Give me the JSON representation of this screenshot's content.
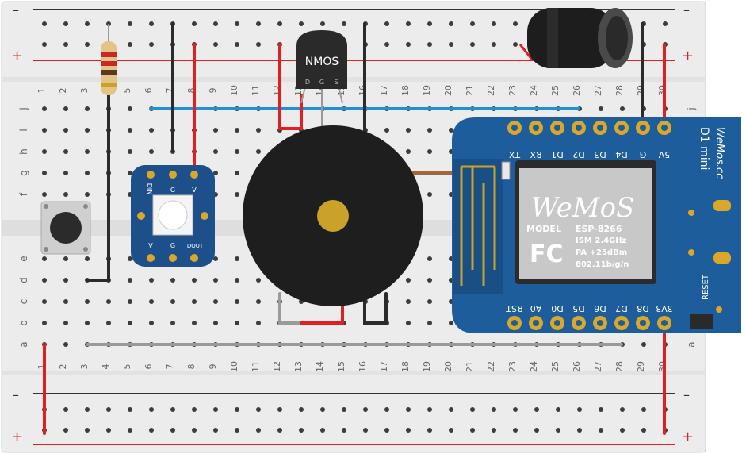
{
  "breadboard": {
    "column_numbers": [
      "1",
      "2",
      "3",
      "4",
      "5",
      "6",
      "7",
      "8",
      "9",
      "10",
      "11",
      "12",
      "13",
      "14",
      "15",
      "16",
      "17",
      "18",
      "19",
      "20",
      "21",
      "22",
      "23",
      "24",
      "25",
      "26",
      "27",
      "28",
      "29",
      "30"
    ],
    "row_letters_top": [
      "j",
      "i",
      "h",
      "g",
      "f"
    ],
    "row_letters_bottom": [
      "e",
      "d",
      "c",
      "b",
      "a"
    ],
    "rail_plus": "+",
    "rail_minus": "–"
  },
  "components": {
    "transistor_label": "NMOS",
    "transistor_pins": [
      "D",
      "G",
      "S"
    ],
    "led_pins_top": [
      "DIN",
      "G",
      "V"
    ],
    "led_pins_bottom": [
      "V",
      "G",
      "DOUT"
    ],
    "wemos": {
      "name": "D1 mini",
      "brand_side": "WeMos.cc",
      "top_pins": [
        "TX",
        "RX",
        "D1",
        "D2",
        "D3",
        "D4",
        "G",
        "5V"
      ],
      "bottom_pins": [
        "RST",
        "A0",
        "D0",
        "D5",
        "D6",
        "D7",
        "D8",
        "3V3"
      ],
      "reset_label": "RESET",
      "module": {
        "logo": "WeMoS",
        "model_label": "MODEL",
        "model_value": "ESP-8266",
        "fc_mark": "FC",
        "specs": [
          "ISM 2.4GHz",
          "PA +25dBm",
          "802.11b/g/n"
        ]
      }
    }
  },
  "colors": {
    "board": "#ececec",
    "hole": "#3d3d3d",
    "red_wire": "#e02020",
    "black_wire": "#2b2b2b",
    "blue_wire": "#1f8fd6",
    "grey_wire": "#9a9a9a",
    "wemos_blue": "#1e5d9c",
    "gold": "#d9a82b"
  }
}
